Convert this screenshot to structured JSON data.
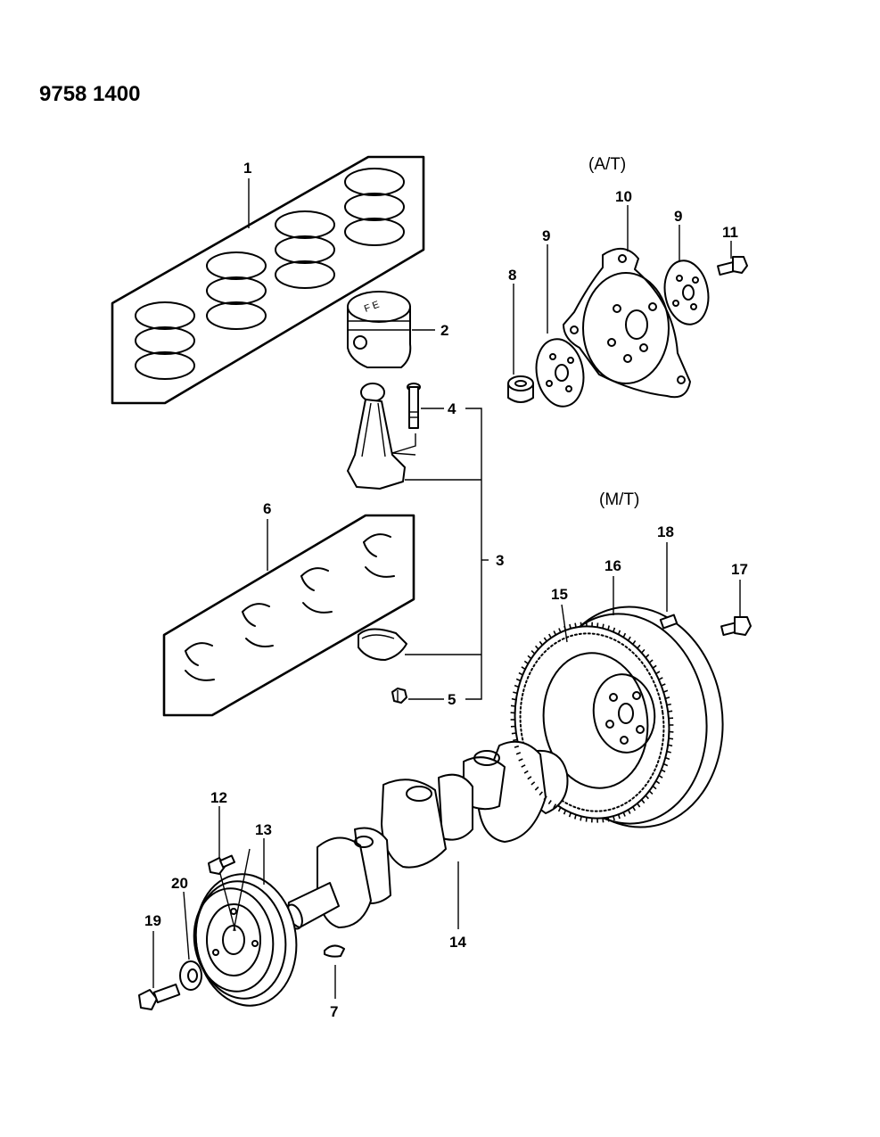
{
  "diagram_code": "9758 1400",
  "variant_labels": {
    "automatic": "(A/T)",
    "manual": "(M/T)"
  },
  "callouts": {
    "c1": "1",
    "c2": "2",
    "c3": "3",
    "c4": "4",
    "c5": "5",
    "c6": "6",
    "c7": "7",
    "c8": "8",
    "c9a": "9",
    "c9b": "9",
    "c10": "10",
    "c11": "11",
    "c12": "12",
    "c13": "13",
    "c14": "14",
    "c15": "15",
    "c16": "16",
    "c17": "17",
    "c18": "18",
    "c19": "19",
    "c20": "20"
  }
}
